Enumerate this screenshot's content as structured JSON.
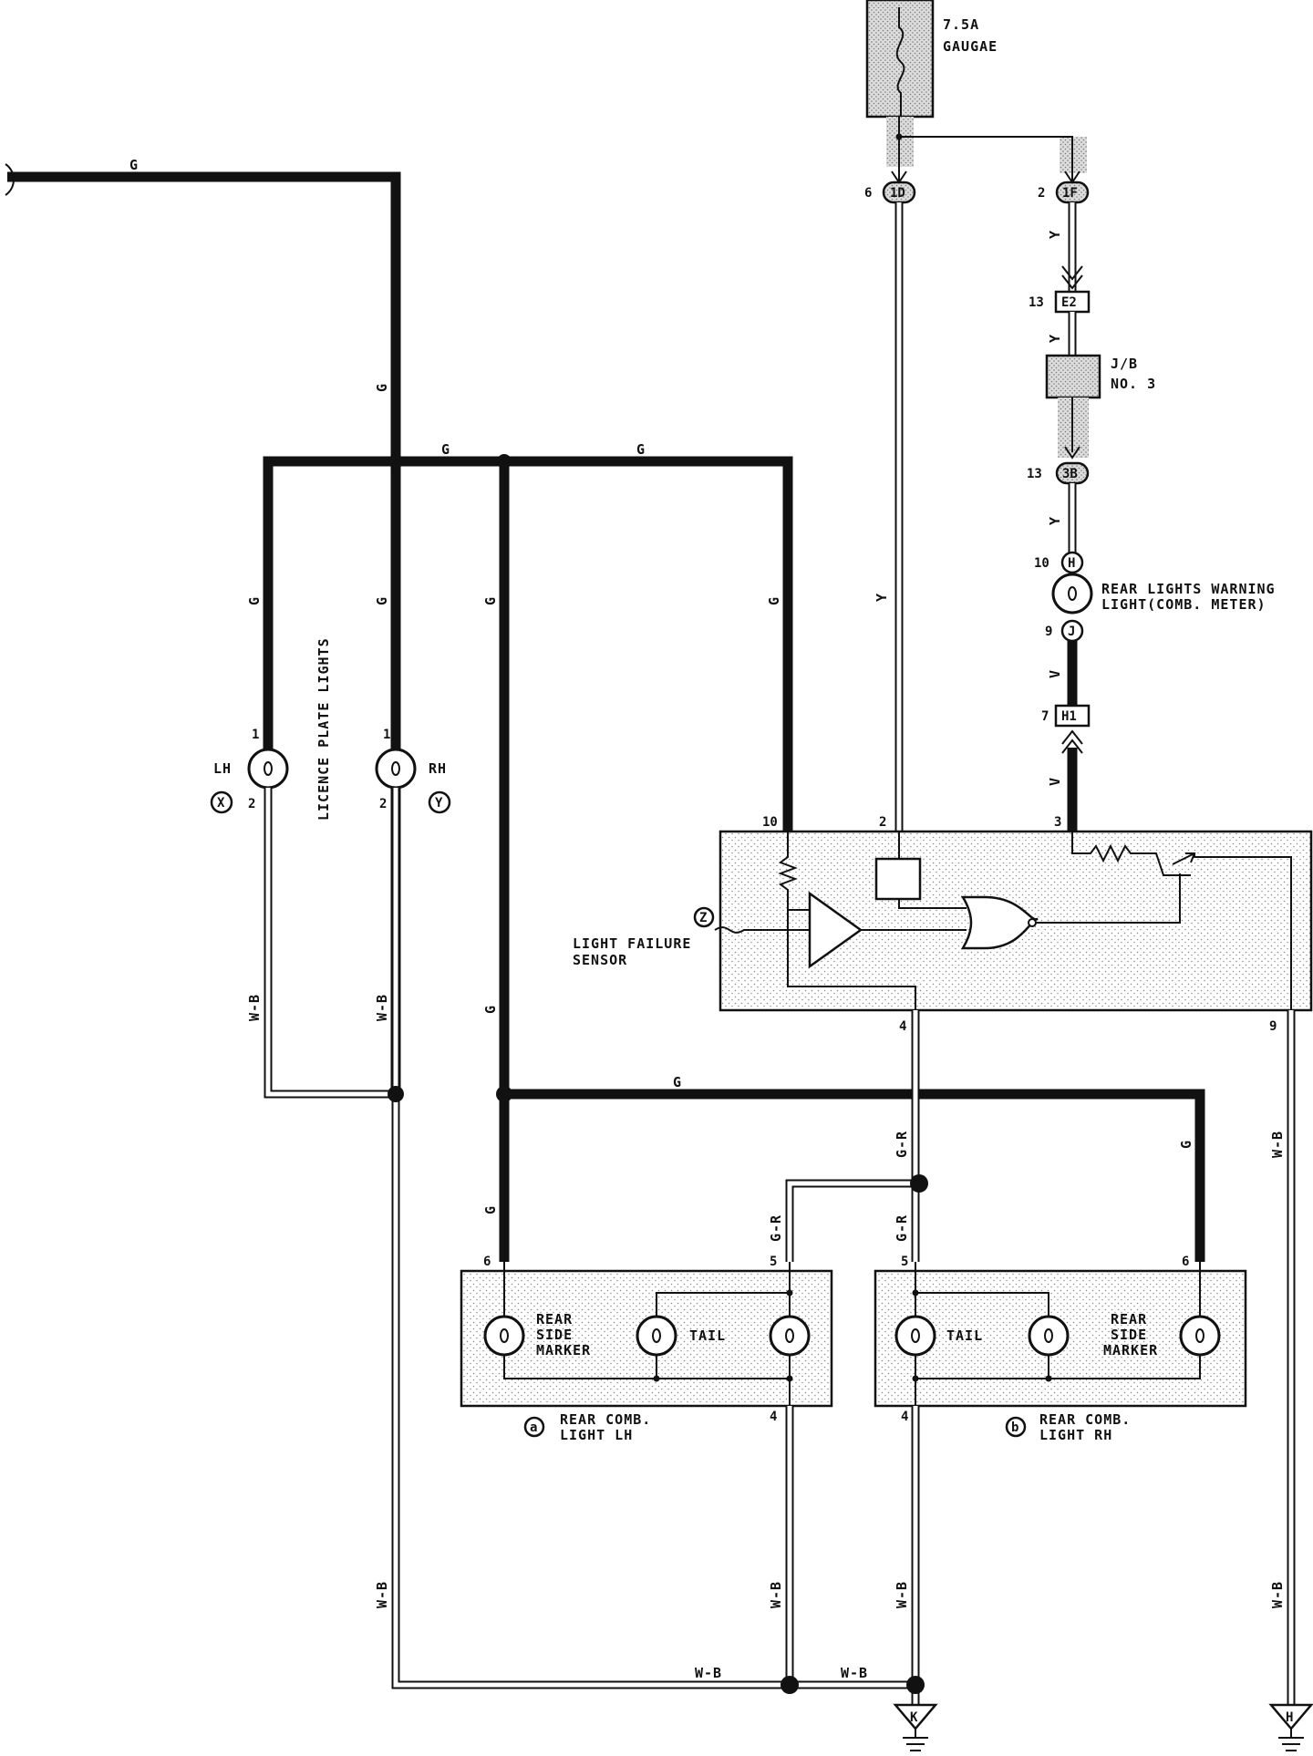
{
  "diagram": {
    "fuse": {
      "rating": "7.5A",
      "name": "GAUGAE"
    },
    "connectors": {
      "c1d": {
        "pin": "6",
        "id": "1D"
      },
      "c1f": {
        "pin": "2",
        "id": "1F"
      },
      "ce2": {
        "pin": "13",
        "id": "E2"
      },
      "c3b": {
        "pin": "13",
        "id": "3B"
      },
      "ch": {
        "pin": "10",
        "id": "H"
      },
      "cj": {
        "pin": "9",
        "id": "J"
      },
      "ch1": {
        "pin": "7",
        "id": "H1"
      }
    },
    "junction_block": {
      "line1": "J/B",
      "line2": "NO. 3"
    },
    "warning_light": {
      "line1": "REAR LIGHTS WARNING",
      "line2": "LIGHT(COMB. METER)"
    },
    "licence_plate": {
      "title": "LICENCE PLATE LIGHTS",
      "lh": {
        "side": "LH",
        "code": "X",
        "pin_top": "1",
        "pin_bottom": "2"
      },
      "rh": {
        "side": "RH",
        "code": "Y",
        "pin_top": "1",
        "pin_bottom": "2"
      }
    },
    "sensor": {
      "code": "Z",
      "line1": "LIGHT FAILURE",
      "line2": "SENSOR",
      "pins": {
        "p10": "10",
        "p2": "2",
        "p3": "3",
        "p4": "4",
        "p9": "9"
      }
    },
    "comb_lh": {
      "code": "a",
      "line1": "REAR COMB.",
      "line2": "LIGHT LH",
      "marker": [
        "REAR",
        "SIDE",
        "MARKER"
      ],
      "tail": "TAIL",
      "pins": {
        "p6": "6",
        "p5": "5",
        "p4": "4"
      }
    },
    "comb_rh": {
      "code": "b",
      "line1": "REAR COMB.",
      "line2": "LIGHT RH",
      "marker": [
        "REAR",
        "SIDE",
        "MARKER"
      ],
      "tail": "TAIL",
      "pins": {
        "p5": "5",
        "p6": "6",
        "p4": "4"
      }
    },
    "grounds": {
      "k": "K",
      "h": "H"
    },
    "wire_colors": {
      "g": "G",
      "y": "Y",
      "v": "V",
      "wb": "W-B",
      "gr": "G-R"
    }
  }
}
